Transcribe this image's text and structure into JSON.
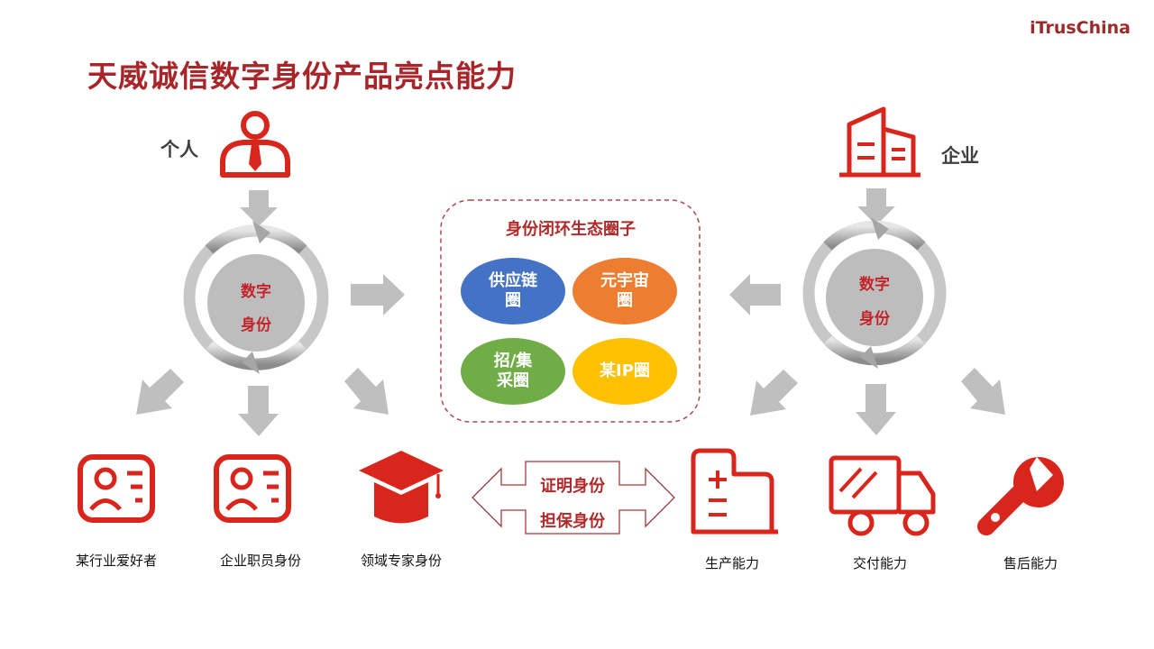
{
  "brand": "iTrusChina",
  "title": "天威诚信数字身份产品亮点能力",
  "left": {
    "label": "个人",
    "cycle": [
      "数字",
      "身份"
    ],
    "outputs": [
      "某行业爱好者",
      "企业职员身份",
      "领域专家身份"
    ]
  },
  "right": {
    "label": "企业",
    "cycle": [
      "数字",
      "身份"
    ],
    "outputs": [
      "生产能力",
      "交付能力",
      "售后能力"
    ]
  },
  "ecosystem": {
    "title": "身份闭环生态圈子",
    "circles": [
      {
        "label": "供应链\n圈",
        "color": "#4472c4"
      },
      {
        "label": "元宇宙\n圈",
        "color": "#ed7d31"
      },
      {
        "label": "招/集\n采圈",
        "color": "#70ad47"
      },
      {
        "label": "某IP圈",
        "color": "#ffc000"
      }
    ]
  },
  "bridge": {
    "top": "证明身份",
    "bottom": "担保身份"
  },
  "colors": {
    "accent": "#d9261c",
    "title": "#a8262a",
    "arrow": "#bfbfbf",
    "dashed_border": "#b04a4a"
  }
}
